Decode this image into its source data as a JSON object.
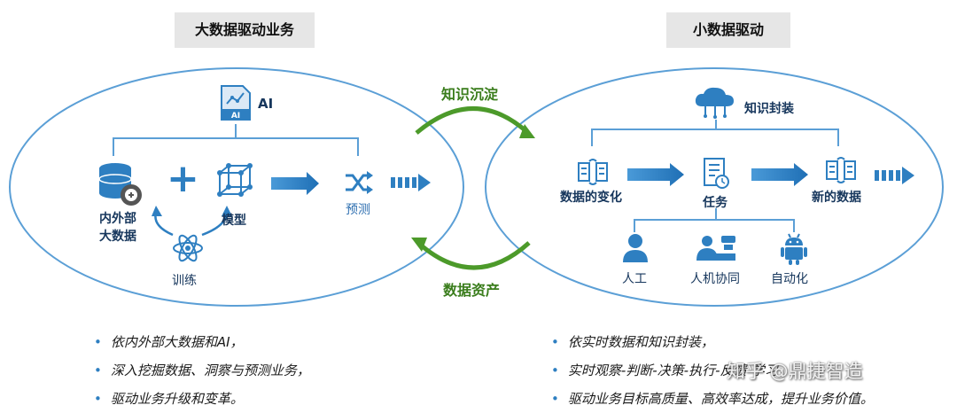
{
  "left_panel": {
    "title": "大数据驱动业务",
    "ai_label": "AI",
    "ai_icon_text": "AI",
    "data_label_line1": "内外部",
    "data_label_line2": "大数据",
    "plus_symbol": "+",
    "model_label": "模型",
    "predict_label": "预测",
    "train_label": "训练"
  },
  "right_panel": {
    "title": "小数据驱动",
    "knowledge_label": "知识封装",
    "data_change_label": "数据的变化",
    "task_label": "任务",
    "new_data_label": "新的数据",
    "human_label": "人工",
    "collab_label": "人机协同",
    "auto_label": "自动化"
  },
  "middle": {
    "top_label": "知识沉淀",
    "bottom_label": "数据资产"
  },
  "left_bullets": [
    "依内外部大数据和AI，",
    "深入挖掘数据、洞察与预测业务，",
    "驱动业务升级和变革。"
  ],
  "right_bullets": [
    "依实时数据和知识封装，",
    "实时观察-判断-决策-执行-反馈-学习，",
    "驱动业务目标高质量、高效率达成，提升业务价值。"
  ],
  "watermark": "知乎 @鼎捷智造",
  "colors": {
    "accent_blue": "#2e7fc1",
    "dark_blue": "#16365c",
    "green": "#3a7d1c",
    "pill_gray": "#e6e6e6"
  }
}
